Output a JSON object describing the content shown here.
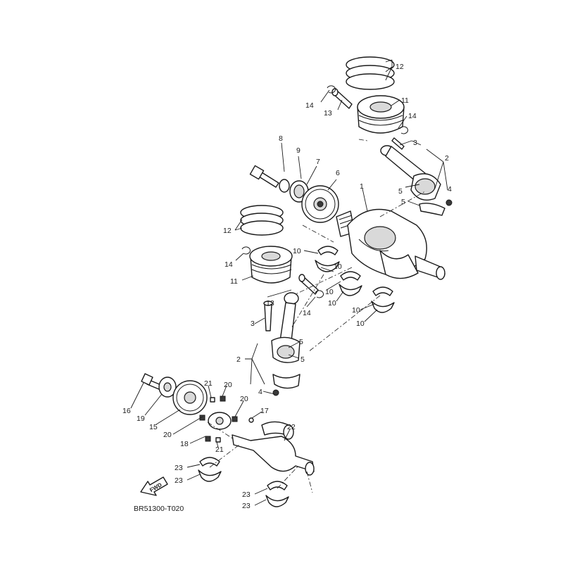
{
  "diagram": {
    "code": "BR51300-T020",
    "fwd_label": "FWD",
    "callouts": {
      "c1": "1",
      "c2a": "2",
      "c2b": "2",
      "c3a": "3",
      "c3b": "3",
      "c4a": "4",
      "c4b": "4",
      "c5a": "5",
      "c5b": "5",
      "c5c": "5",
      "c5d": "5",
      "c6": "6",
      "c7": "7",
      "c8": "8",
      "c9": "9",
      "c10a": "10",
      "c10b": "10",
      "c10c": "10",
      "c10d": "10",
      "c10e": "10",
      "c10f": "10",
      "c11a": "11",
      "c11b": "11",
      "c12a": "12",
      "c12b": "12",
      "c13a": "13",
      "c13b": "13",
      "c14a": "14",
      "c14b": "14",
      "c14c": "14",
      "c14d": "14",
      "c15": "15",
      "c16": "16",
      "c17": "17",
      "c18": "18",
      "c19": "19",
      "c20a": "20",
      "c20b": "20",
      "c20c": "20",
      "c21a": "21",
      "c21b": "21",
      "c22": "22",
      "c23a": "23",
      "c23b": "23",
      "c23c": "23",
      "c23d": "23"
    }
  }
}
